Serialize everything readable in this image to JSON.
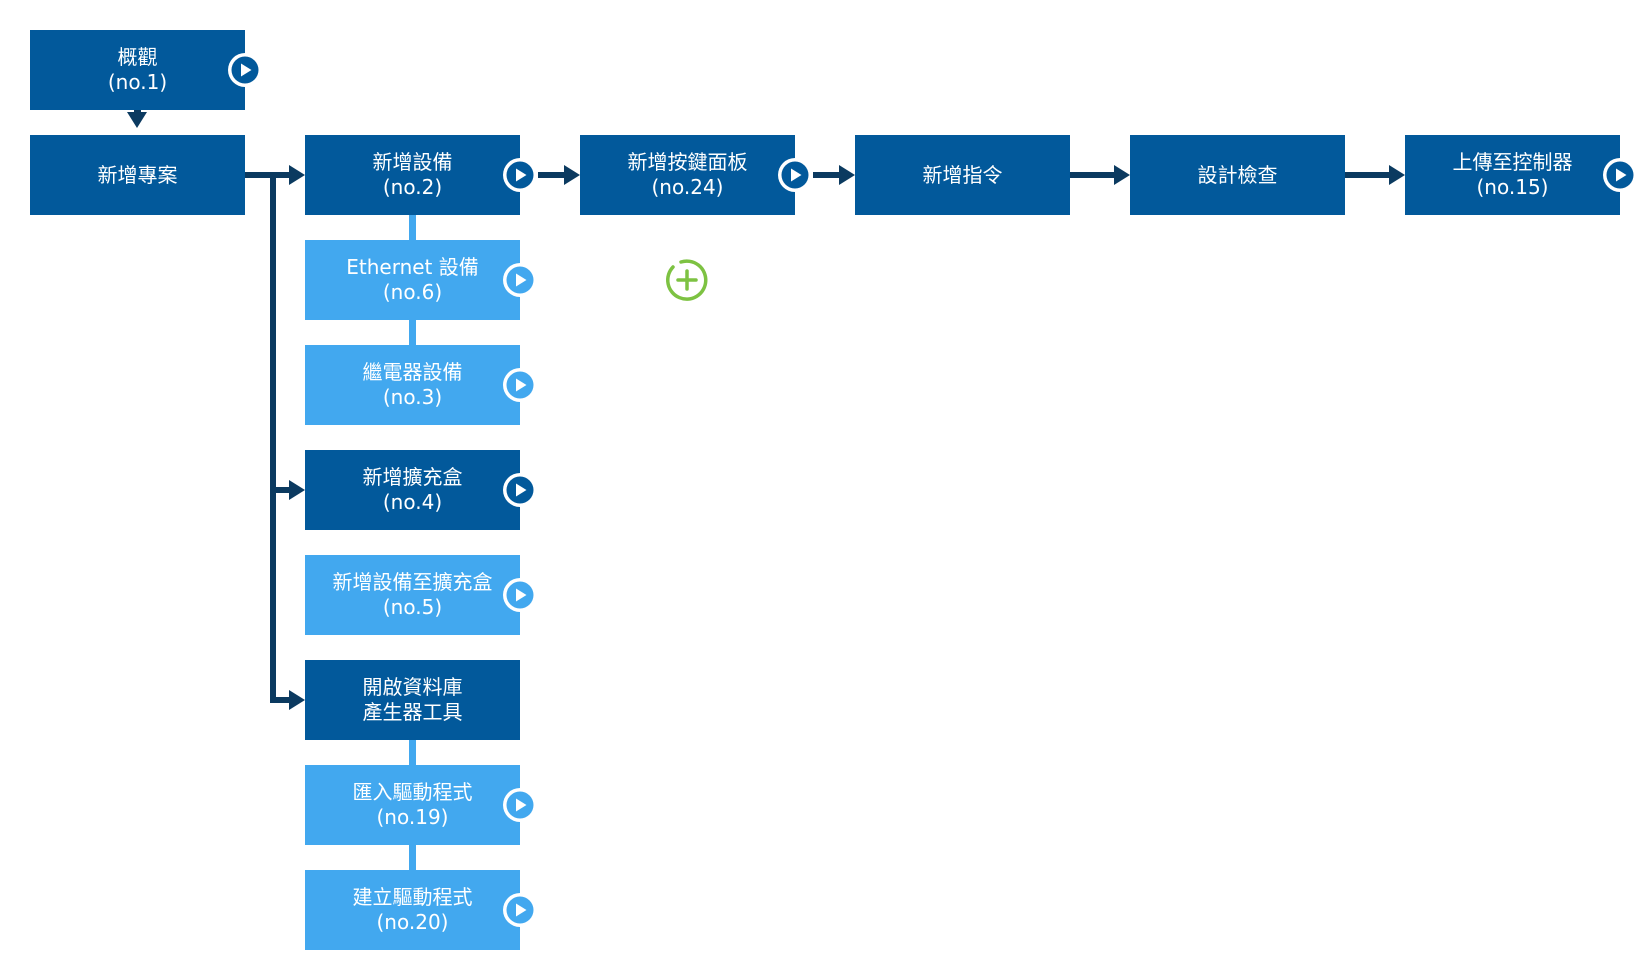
{
  "colors": {
    "primary_box": "#02599b",
    "secondary_box": "#42a8ef",
    "arrow": "#0b3a60",
    "add_icon": "#7dc242"
  },
  "steps": {
    "overview": {
      "title": "概觀",
      "ref": "(no.1)"
    },
    "new_project": {
      "title": "新增專案"
    },
    "add_device": {
      "title": "新增設備",
      "ref": "(no.2)"
    },
    "ethernet_device": {
      "title": "Ethernet 設備",
      "ref": "(no.6)"
    },
    "relay_device": {
      "title": "繼電器設備",
      "ref": "(no.3)"
    },
    "add_expansion_box": {
      "title": "新增擴充盒",
      "ref": "(no.4)"
    },
    "add_device_to_box": {
      "title": "新增設備至擴充盒",
      "ref": "(no.5)"
    },
    "open_db_tool": {
      "title": "開啟資料庫",
      "title2": "產生器工具"
    },
    "import_driver": {
      "title": "匯入驅動程式",
      "ref": "(no.19)"
    },
    "create_driver": {
      "title": "建立驅動程式",
      "ref": "(no.20)"
    },
    "add_keypad": {
      "title": "新增按鍵面板",
      "ref": "(no.24)"
    },
    "add_command": {
      "title": "新增指令"
    },
    "design_check": {
      "title": "設計檢查"
    },
    "upload_controller": {
      "title": "上傳至控制器",
      "ref": "(no.15)"
    }
  },
  "icons": {
    "play": "play-circle-icon",
    "add": "plus-circle-icon"
  }
}
